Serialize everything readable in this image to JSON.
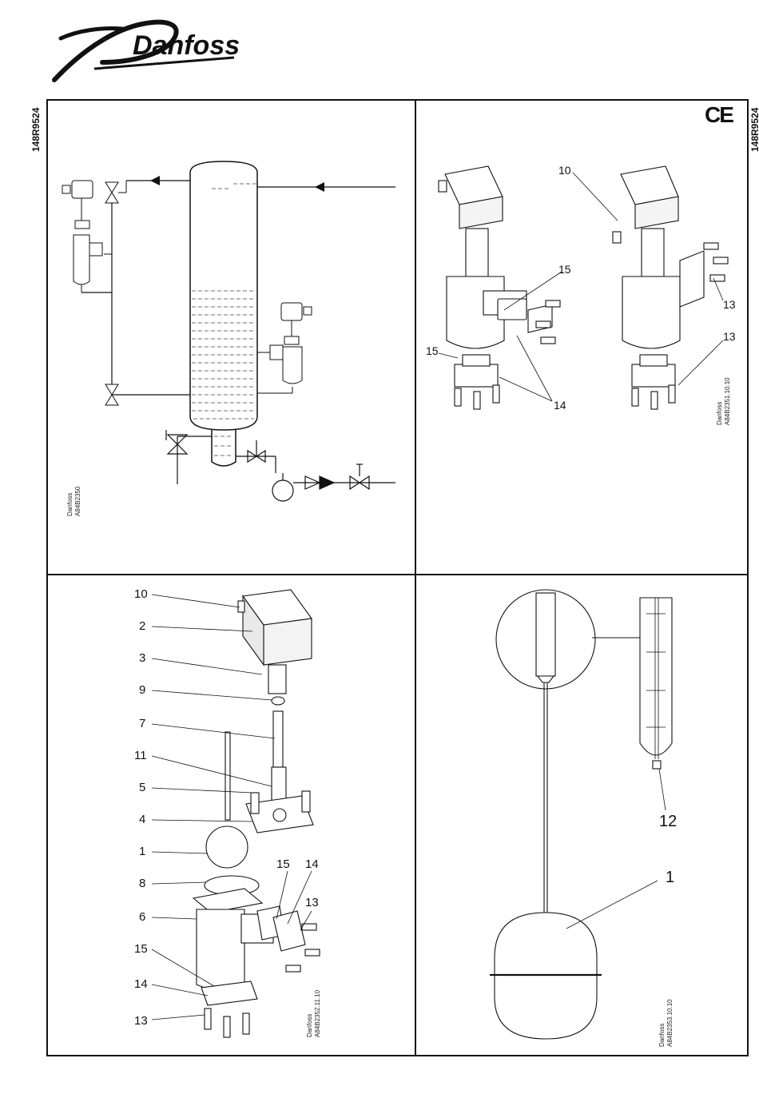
{
  "brand": {
    "logo_text": "Danfoss"
  },
  "doc_code_left": "148R9524",
  "doc_code_right": "148R9524",
  "ce_mark": "CE",
  "panel1": {
    "ref_brand": "Danfoss",
    "ref_code": "A84B2350"
  },
  "panel2": {
    "ref_brand": "Danfoss",
    "ref_code": "A84B2351.10.10",
    "callouts": [
      "10",
      "15",
      "15",
      "14",
      "13",
      "13"
    ]
  },
  "panel3": {
    "ref_brand": "Danfoss",
    "ref_code": "A84B2352.11.10",
    "callouts": [
      "10",
      "2",
      "3",
      "9",
      "7",
      "11",
      "5",
      "4",
      "1",
      "8",
      "6",
      "15",
      "14",
      "13",
      "15",
      "14",
      "13"
    ]
  },
  "panel4": {
    "ref_brand": "Danfoss",
    "ref_code": "A84B2353.10.10",
    "callouts": [
      "12",
      "1"
    ]
  }
}
